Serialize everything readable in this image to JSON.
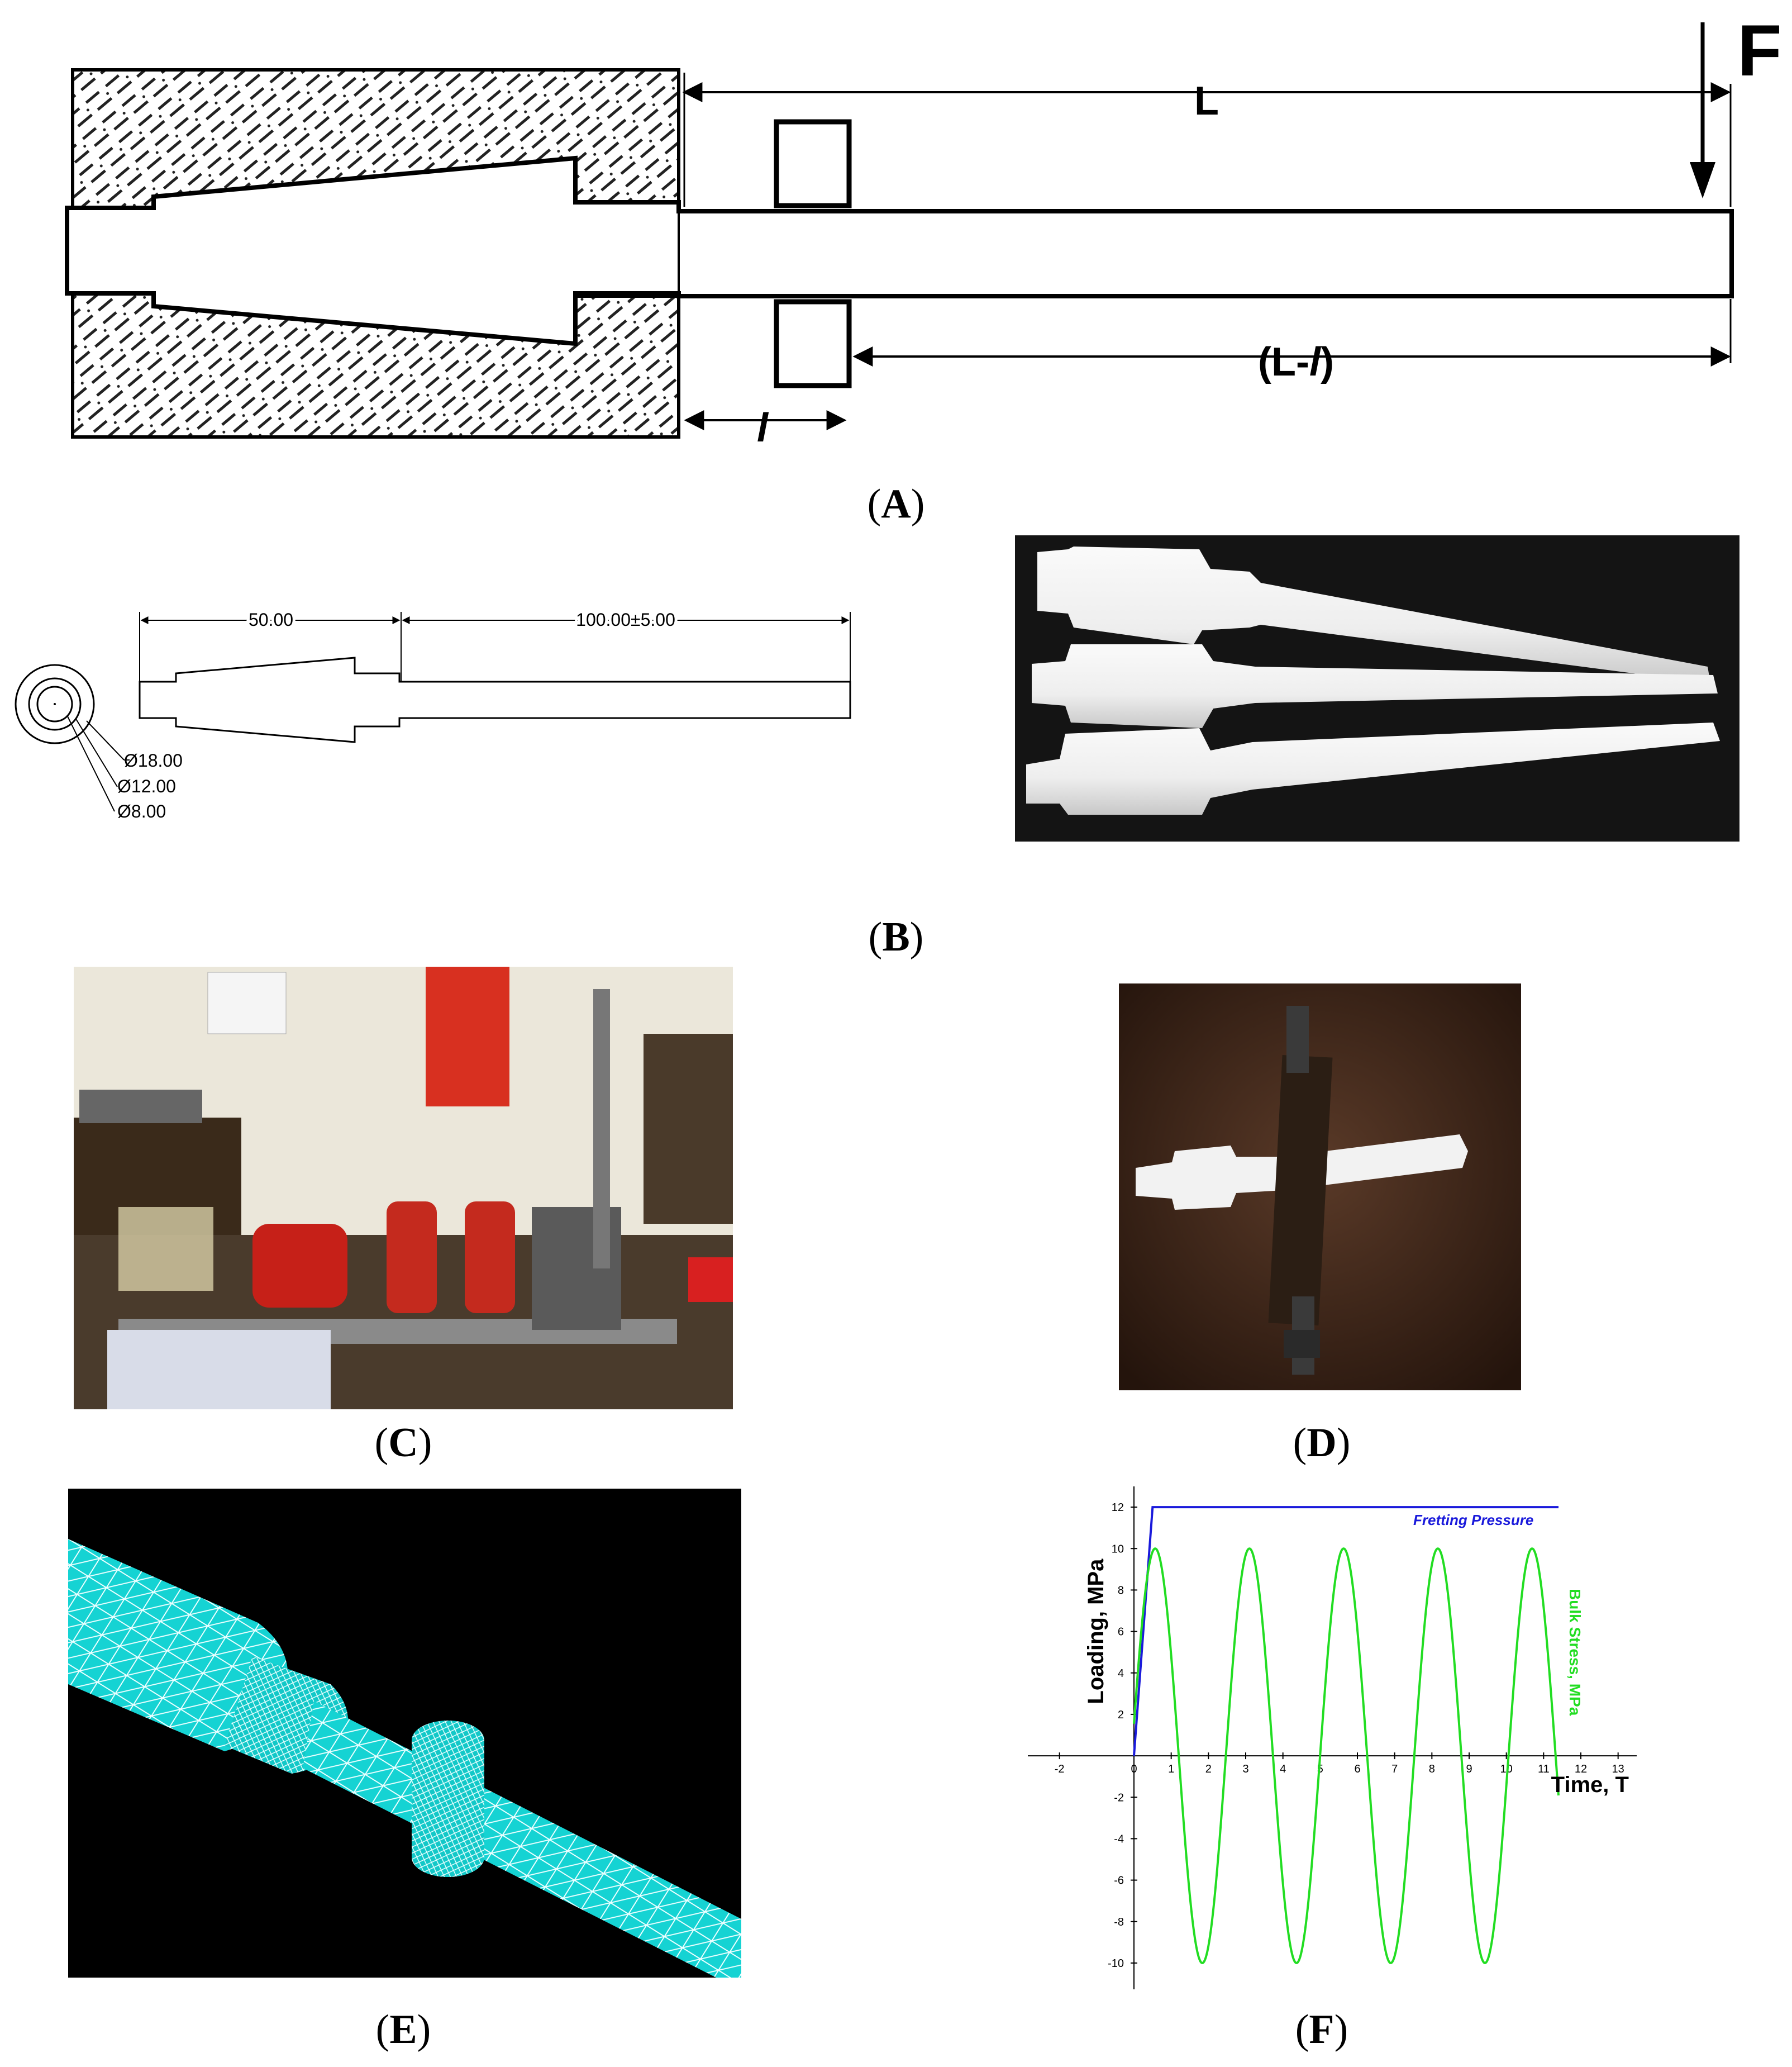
{
  "panels": {
    "a": {
      "letter": "A",
      "force_label": "F",
      "length_label": "L",
      "pad_length_label": "l",
      "remaining_label_pre": "(L-",
      "remaining_label_ital": "l",
      "remaining_label_post": ")"
    },
    "b": {
      "letter": "B",
      "dim_left": "50.00",
      "dim_right": "100.00±5.00",
      "dia_1": "Ø18.00",
      "dia_2": "Ø12.00",
      "dia_3": "Ø8.00"
    },
    "c": {
      "letter": "C"
    },
    "d": {
      "letter": "D"
    },
    "e": {
      "letter": "E"
    },
    "f": {
      "letter": "F"
    }
  },
  "chart_data": {
    "type": "line",
    "xlabel": "Time, T",
    "ylabel": "Loading, MPa",
    "xlim": [
      -3,
      13.5
    ],
    "ylim": [
      -11,
      13
    ],
    "x_ticks": [
      -2,
      0,
      1,
      2,
      3,
      4,
      5,
      6,
      7,
      8,
      9,
      10,
      11,
      12,
      13
    ],
    "y_ticks": [
      -10,
      -8,
      -6,
      -4,
      -2,
      2,
      4,
      6,
      8,
      10,
      12
    ],
    "grid": false,
    "series": [
      {
        "name": "Fretting Pressure",
        "color": "#1a1adb",
        "x": [
          0,
          0.5,
          11.4
        ],
        "y": [
          0,
          12,
          12
        ]
      },
      {
        "name": "Bulk Stress, MPa",
        "color": "#22dd22",
        "amplitude": 10,
        "period": 2.53,
        "peak_x": 0.57,
        "x_start": 0,
        "x_end": 11.4
      }
    ]
  }
}
